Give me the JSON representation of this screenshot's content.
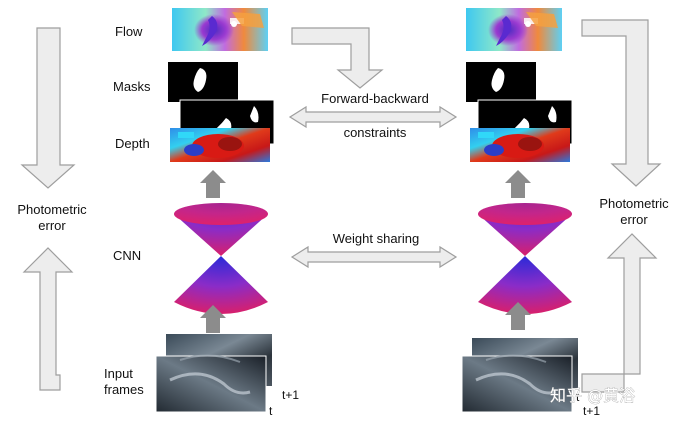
{
  "labels": {
    "flow": "Flow",
    "masks": "Masks",
    "depth": "Depth",
    "cnn": "CNN",
    "input_line1": "Input",
    "input_line2": "frames",
    "photometric_line1": "Photometric",
    "photometric_line2": "error",
    "forward_backward": "Forward-backward",
    "constraints": "constraints",
    "weight_sharing": "Weight sharing",
    "frame_t": "t",
    "frame_t1": "t+1"
  },
  "watermark": "知乎 @黄浴",
  "colors": {
    "arrow_fill": "#ededed",
    "arrow_stroke": "#9e9e9e",
    "up_arrow": "#8c8c8c",
    "cone_top": "#d8206a",
    "cone_mid": "#8a2cc8",
    "cone_tip": "#3a2bd6",
    "mask_bg": "#000000",
    "mask_fg": "#ffffff"
  }
}
